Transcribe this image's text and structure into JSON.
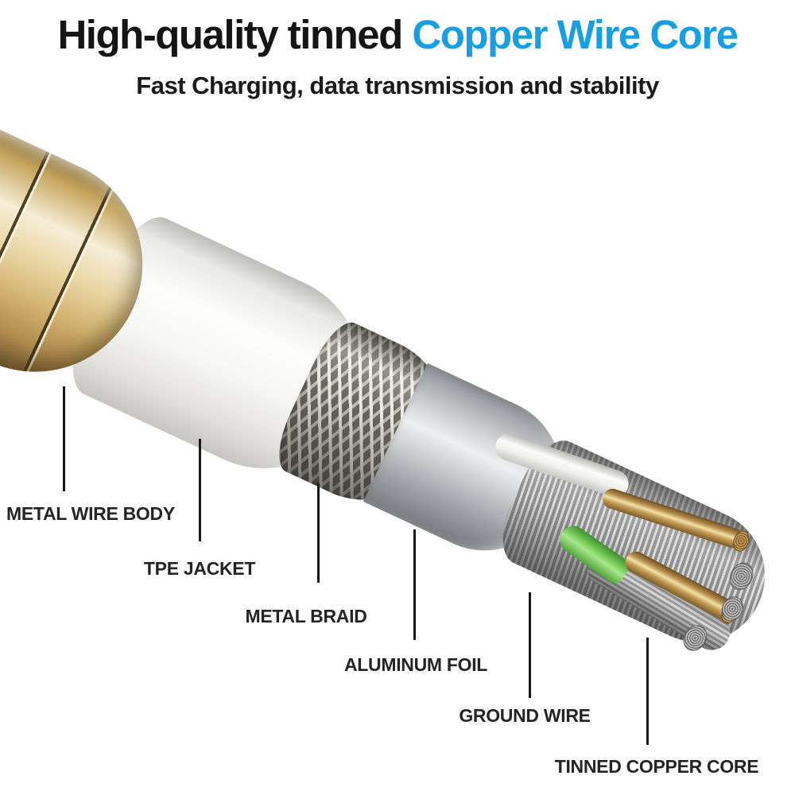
{
  "header": {
    "title_black": "High-quality tinned ",
    "title_accent": "Copper Wire Core",
    "subtitle": "Fast Charging, data transmission and stability",
    "accent_color": "#189fe1"
  },
  "diagram": {
    "description": "Cutaway illustration of a charging cable showing its internal construction layers from outer metal housing to inner copper conductors",
    "layers": [
      {
        "id": "metal-wire-body",
        "label": "METAL WIRE BODY",
        "color": "#d9bd85"
      },
      {
        "id": "tpe-jacket",
        "label": "TPE JACKET",
        "color": "#f4f4f2"
      },
      {
        "id": "metal-braid",
        "label": "METAL BRAID",
        "color": "#b9b9b4"
      },
      {
        "id": "aluminum-foil",
        "label": "ALUMINUM FOIL",
        "color": "#b4b7bb"
      },
      {
        "id": "ground-wire",
        "label": "GROUND WIRE",
        "color": "#a9a9a9"
      },
      {
        "id": "tinned-copper-core",
        "label": "TINNED COPPER CORE",
        "color": "#c49a55"
      }
    ]
  }
}
